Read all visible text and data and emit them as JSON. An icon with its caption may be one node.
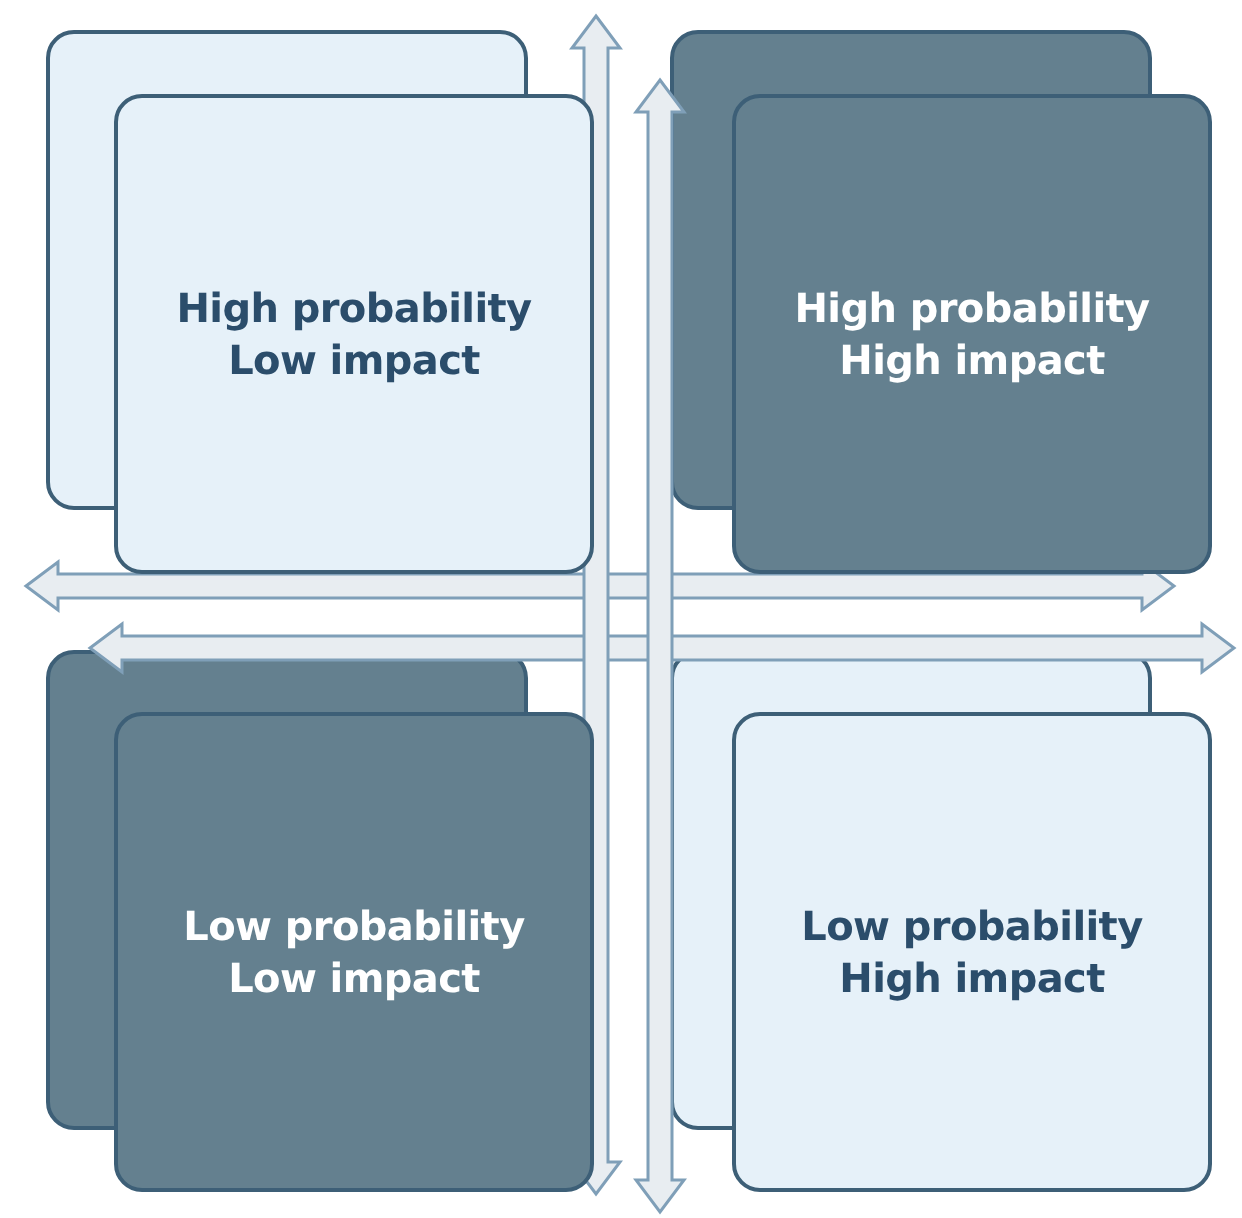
{
  "diagram": {
    "nodes": [
      {
        "text": [
          "High probability Low impact"
        ]
      },
      {
        "text": [
          "High probability High impact"
        ]
      },
      {
        "text": [
          "Low probability Low impact"
        ]
      },
      {
        "text": [
          "Low probability High impact"
        ]
      }
    ]
  }
}
